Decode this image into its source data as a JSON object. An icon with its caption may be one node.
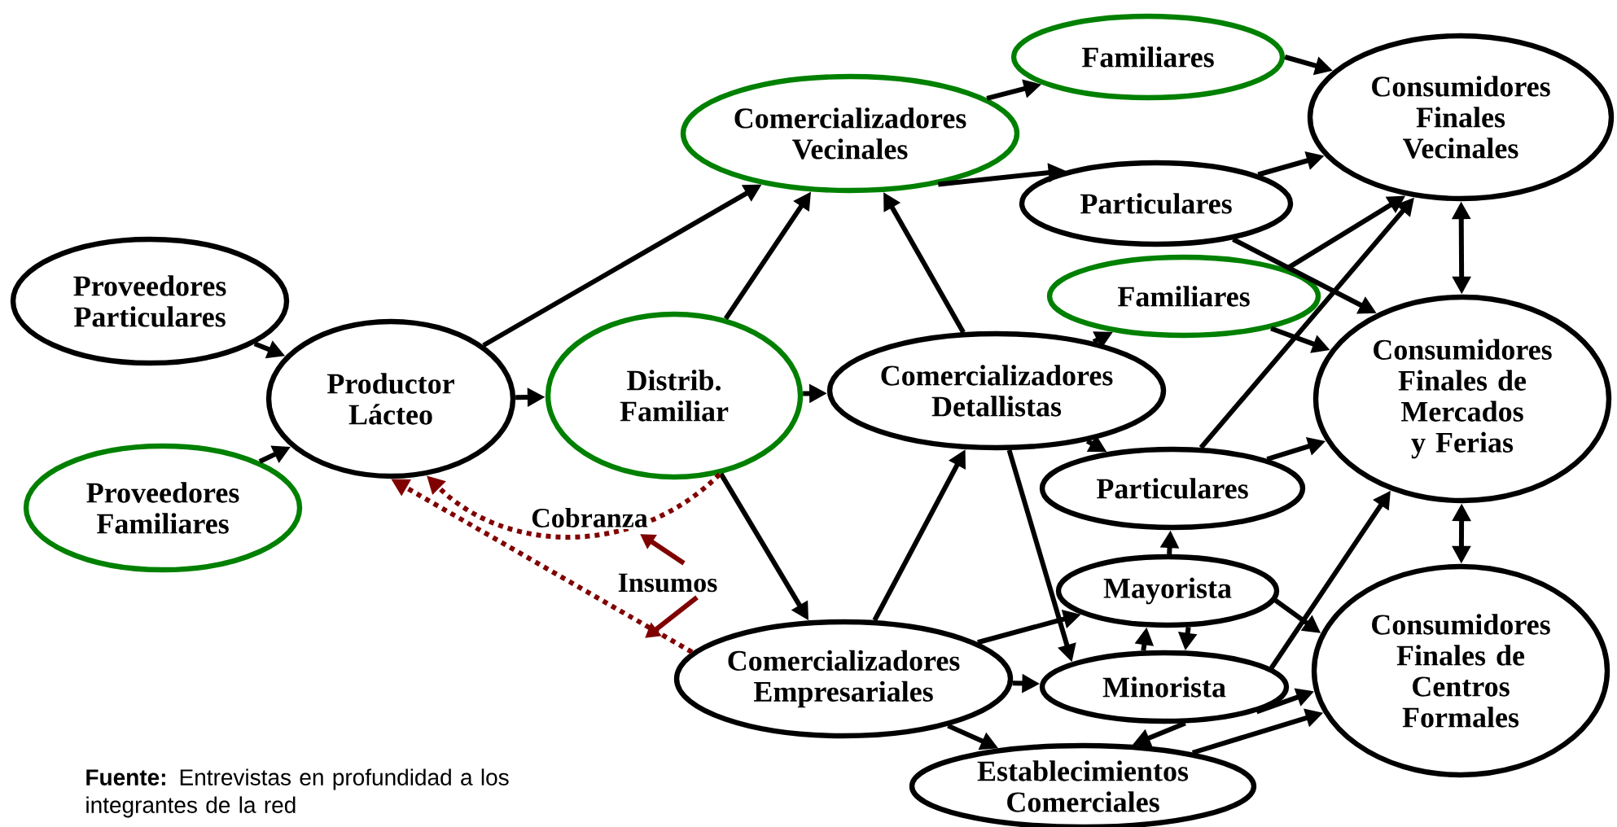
{
  "diagram": {
    "caption": "**Fuente:** Entrevistas en profundidad a los integrantes de la red",
    "nodes": [
      {
        "text": [
          "Proveedores Particulares"
        ]
      },
      {
        "text": [
          "Proveedores Familiares"
        ]
      },
      {
        "text": [
          "Productor Lácteo"
        ]
      },
      {
        "text": [
          "Distrib. Familiar"
        ]
      },
      {
        "text": [
          "Comercializadores Vecinales"
        ]
      },
      {
        "text": [
          "Familiares"
        ]
      },
      {
        "text": [
          "Particulares"
        ]
      },
      {
        "text": [
          "Consumidores Finales Vecinales"
        ]
      },
      {
        "text": [
          "Familiares"
        ]
      },
      {
        "text": [
          "Comercializadores Detallistas"
        ]
      },
      {
        "text": [
          "Consumidores Finales de Mercados y Ferias"
        ]
      },
      {
        "text": [
          "Particulares"
        ]
      },
      {
        "text": [
          "Mayorista"
        ]
      },
      {
        "text": [
          "Comercializadores Empresariales"
        ]
      },
      {
        "text": [
          "Minorista"
        ]
      },
      {
        "text": [
          "Consumidores Finales de Centros Formales"
        ]
      },
      {
        "text": [
          "Establecimientos Comerciales"
        ]
      }
    ],
    "edges": [
      {
        "from": 0,
        "to": 2,
        "arrow": "to"
      },
      {
        "from": 1,
        "to": 2,
        "arrow": "to"
      },
      {
        "from": 2,
        "to": 3,
        "arrow": "to"
      },
      {
        "from": 2,
        "to": 4,
        "arrow": "to"
      },
      {
        "from": 3,
        "to": 4,
        "arrow": "to"
      },
      {
        "from": 3,
        "to": 9,
        "arrow": "to"
      },
      {
        "from": 3,
        "to": 13,
        "arrow": "to"
      },
      {
        "from": 4,
        "to": 5,
        "arrow": "to"
      },
      {
        "from": 4,
        "to": 6,
        "arrow": "to"
      },
      {
        "from": 5,
        "to": 7,
        "arrow": "to"
      },
      {
        "from": 6,
        "to": 7,
        "arrow": "to"
      },
      {
        "from": 6,
        "to": 10,
        "arrow": "to"
      },
      {
        "from": 9,
        "to": 4,
        "arrow": "to"
      },
      {
        "from": 9,
        "to": 8,
        "arrow": "to"
      },
      {
        "from": 8,
        "to": 7,
        "arrow": "to"
      },
      {
        "from": 8,
        "to": 10,
        "arrow": "to"
      },
      {
        "from": 11,
        "to": 7,
        "arrow": "to"
      },
      {
        "from": 9,
        "to": 11,
        "arrow": "to"
      },
      {
        "from": 9,
        "to": 14,
        "arrow": "to"
      },
      {
        "from": 13,
        "to": 9,
        "arrow": "to"
      },
      {
        "from": 13,
        "to": 12,
        "arrow": "to"
      },
      {
        "from": 13,
        "to": 14,
        "arrow": "to"
      },
      {
        "from": 13,
        "to": 16,
        "arrow": "to"
      },
      {
        "from": 12,
        "to": 11,
        "arrow": "to"
      },
      {
        "from": 14,
        "to": 12,
        "arrow": "to"
      },
      {
        "from": 12,
        "to": 14,
        "arrow": "to"
      },
      {
        "from": 12,
        "to": 15,
        "arrow": "to"
      },
      {
        "from": 14,
        "to": 10,
        "arrow": "to"
      },
      {
        "from": 14,
        "to": 15,
        "arrow": "to"
      },
      {
        "from": 14,
        "to": 16,
        "arrow": "to"
      },
      {
        "from": 16,
        "to": 15,
        "arrow": "to"
      },
      {
        "from": 11,
        "to": 10,
        "arrow": "to"
      },
      {
        "from": 7,
        "to": 10,
        "arrow": "both"
      },
      {
        "from": 10,
        "to": 15,
        "arrow": "both"
      },
      {
        "from": 3,
        "to": 2,
        "arrow": "to",
        "label": "Cobranza",
        "style": "dashed",
        "color": "#800000"
      },
      {
        "from": 13,
        "to": 2,
        "arrow": "to",
        "label": "Insumos",
        "style": "dashed",
        "color": "#800000"
      }
    ]
  }
}
